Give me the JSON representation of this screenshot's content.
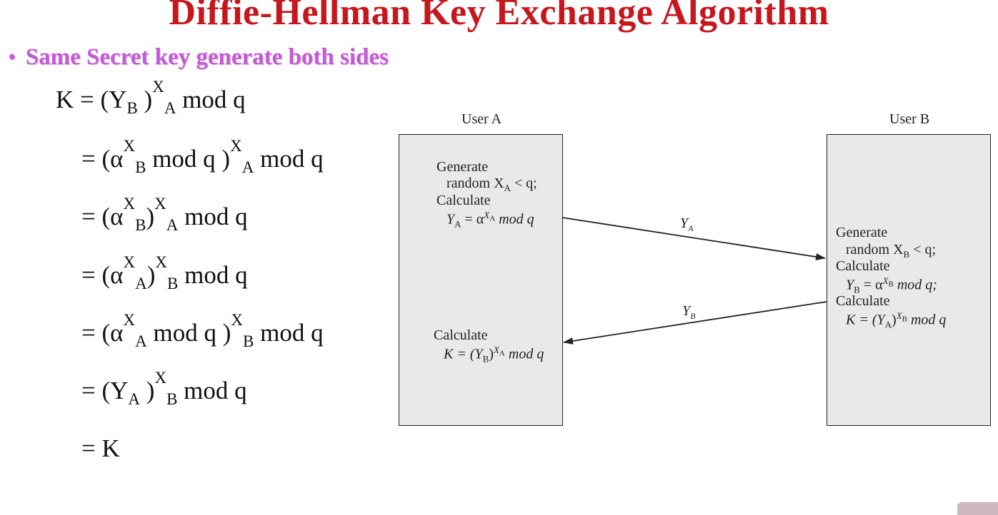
{
  "slide": {
    "title": "Diffie-Hellman Key Exchange Algorithm",
    "bullet": "Same Secret key generate both sides"
  },
  "derivation": [
    {
      "lhs": "K = (Y",
      "sub1": "B",
      "close": " )",
      "exp": "X",
      "expsub": "A",
      "rest": " mod q"
    },
    {
      "lhs": "= (α",
      "exp1": "X",
      "exp1sub": "B",
      "mid": " mod q )",
      "exp": "X",
      "expsub": "A",
      "rest": " mod q"
    },
    {
      "lhs": "= (α",
      "exp1": "X",
      "exp1sub": "B",
      "mid": ")",
      "exp": "X",
      "expsub": "A",
      "rest": " mod q"
    },
    {
      "lhs": "= (α",
      "exp1": "X",
      "exp1sub": "A",
      "mid": ")",
      "exp": "X",
      "expsub": "B",
      "rest": " mod q"
    },
    {
      "lhs": "= (α",
      "exp1": "X",
      "exp1sub": "A",
      "mid": " mod q )",
      "exp": "X",
      "expsub": "B",
      "rest": " mod q"
    },
    {
      "lhs": "= (Y",
      "sub1": "A",
      "close": " )",
      "exp": "X",
      "expsub": "B",
      "rest": " mod q"
    },
    {
      "lhs": "= K"
    }
  ],
  "diagram": {
    "user_a": {
      "label": "User A",
      "step1_line1": "Generate",
      "step1_line2": "random X",
      "step1_line2_sub": "A",
      "step1_line2_tail": " < q;",
      "step2_line1": "Calculate",
      "step2_line2": "Y",
      "step2_line2_sub": "A",
      "step2_line2_mid": " = α",
      "step2_line2_exp": "X",
      "step2_line2_expsub": "A",
      "step2_line2_tail": "  mod q",
      "step3_line1": "Calculate",
      "step3_line2": "K = (Y",
      "step3_line2_sub": "B",
      "step3_line2_mid": ")",
      "step3_line2_exp": "X",
      "step3_line2_expsub": "A",
      "step3_line2_tail": "  mod q"
    },
    "user_b": {
      "label": "User B",
      "step1_line1": "Generate",
      "step1_line2": "random X",
      "step1_line2_sub": "B",
      "step1_line2_tail": " < q;",
      "step2_line1": "Calculate",
      "step2_line2": "Y",
      "step2_line2_sub": "B",
      "step2_line2_mid": " = α",
      "step2_line2_exp": "X",
      "step2_line2_expsub": "B",
      "step2_line2_tail": "  mod q;",
      "step3_line1": "Calculate",
      "step3_line2": "K = (Y",
      "step3_line2_sub": "A",
      "step3_line2_mid": ")",
      "step3_line2_exp": "X",
      "step3_line2_expsub": "B",
      "step3_line2_tail": "  mod q"
    },
    "arrow_a_to_b": {
      "label": "Y",
      "label_sub": "A"
    },
    "arrow_b_to_a": {
      "label": "Y",
      "label_sub": "B"
    }
  },
  "colors": {
    "title": "#c8161d",
    "bullet": "#c45ad6",
    "box_fill": "#e9e9e9"
  }
}
